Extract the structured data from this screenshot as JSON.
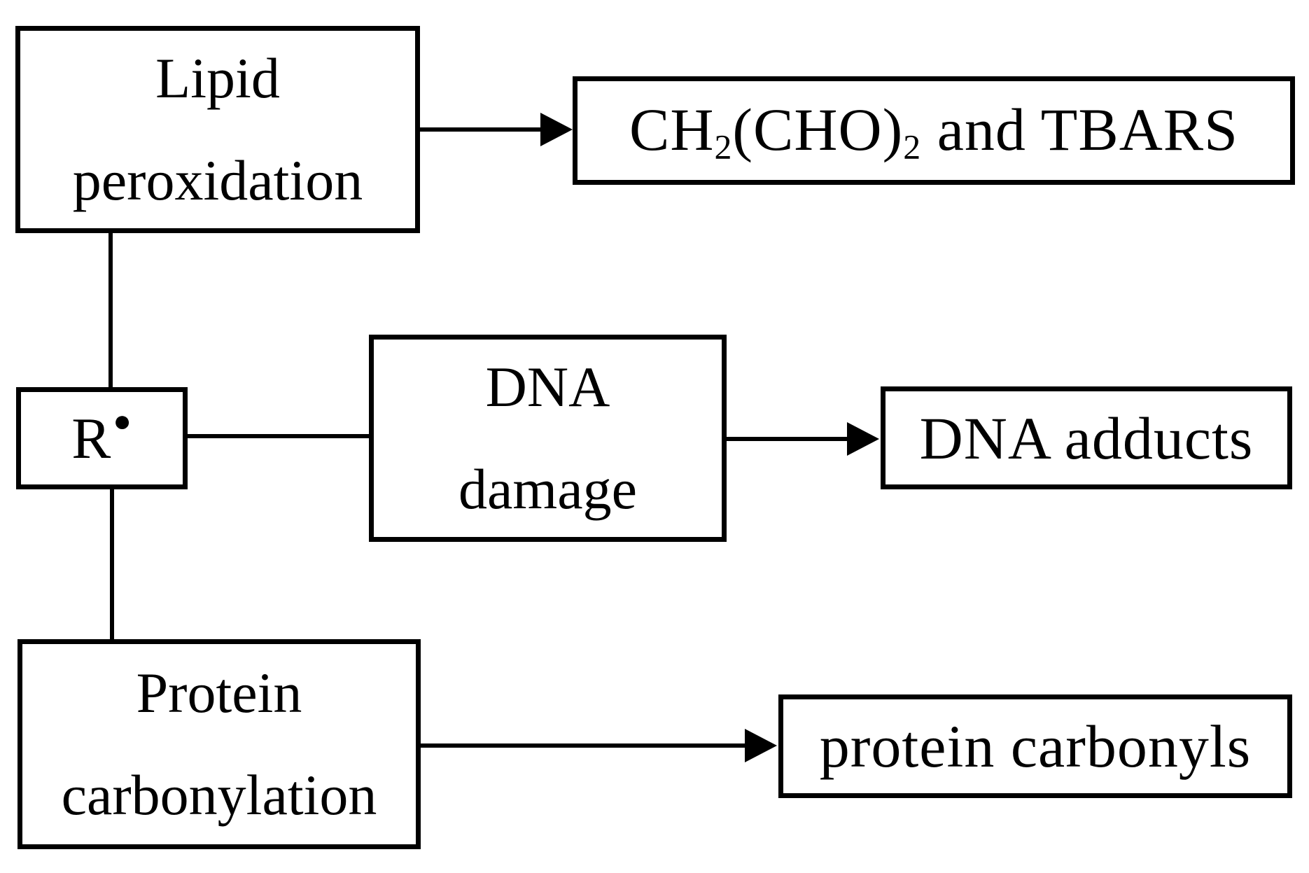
{
  "diagram": {
    "background_color": "#ffffff",
    "line_color": "#000000",
    "nodes": {
      "lipid": {
        "line1": "Lipid",
        "line2": "peroxidation"
      },
      "mda": {
        "part1": "CH",
        "sub1": "2",
        "part2": "(CHO)",
        "sub2": "2",
        "part3": " and TBARS"
      },
      "radical": {
        "symbol": "R",
        "dot": "●"
      },
      "dna_damage": {
        "line1": "DNA",
        "line2": "damage"
      },
      "dna_adducts": {
        "label": "DNA adducts"
      },
      "protein": {
        "line1": "Protein",
        "line2": "carbonylation"
      },
      "protein_carbonyls": {
        "label": "protein carbonyls"
      }
    }
  }
}
